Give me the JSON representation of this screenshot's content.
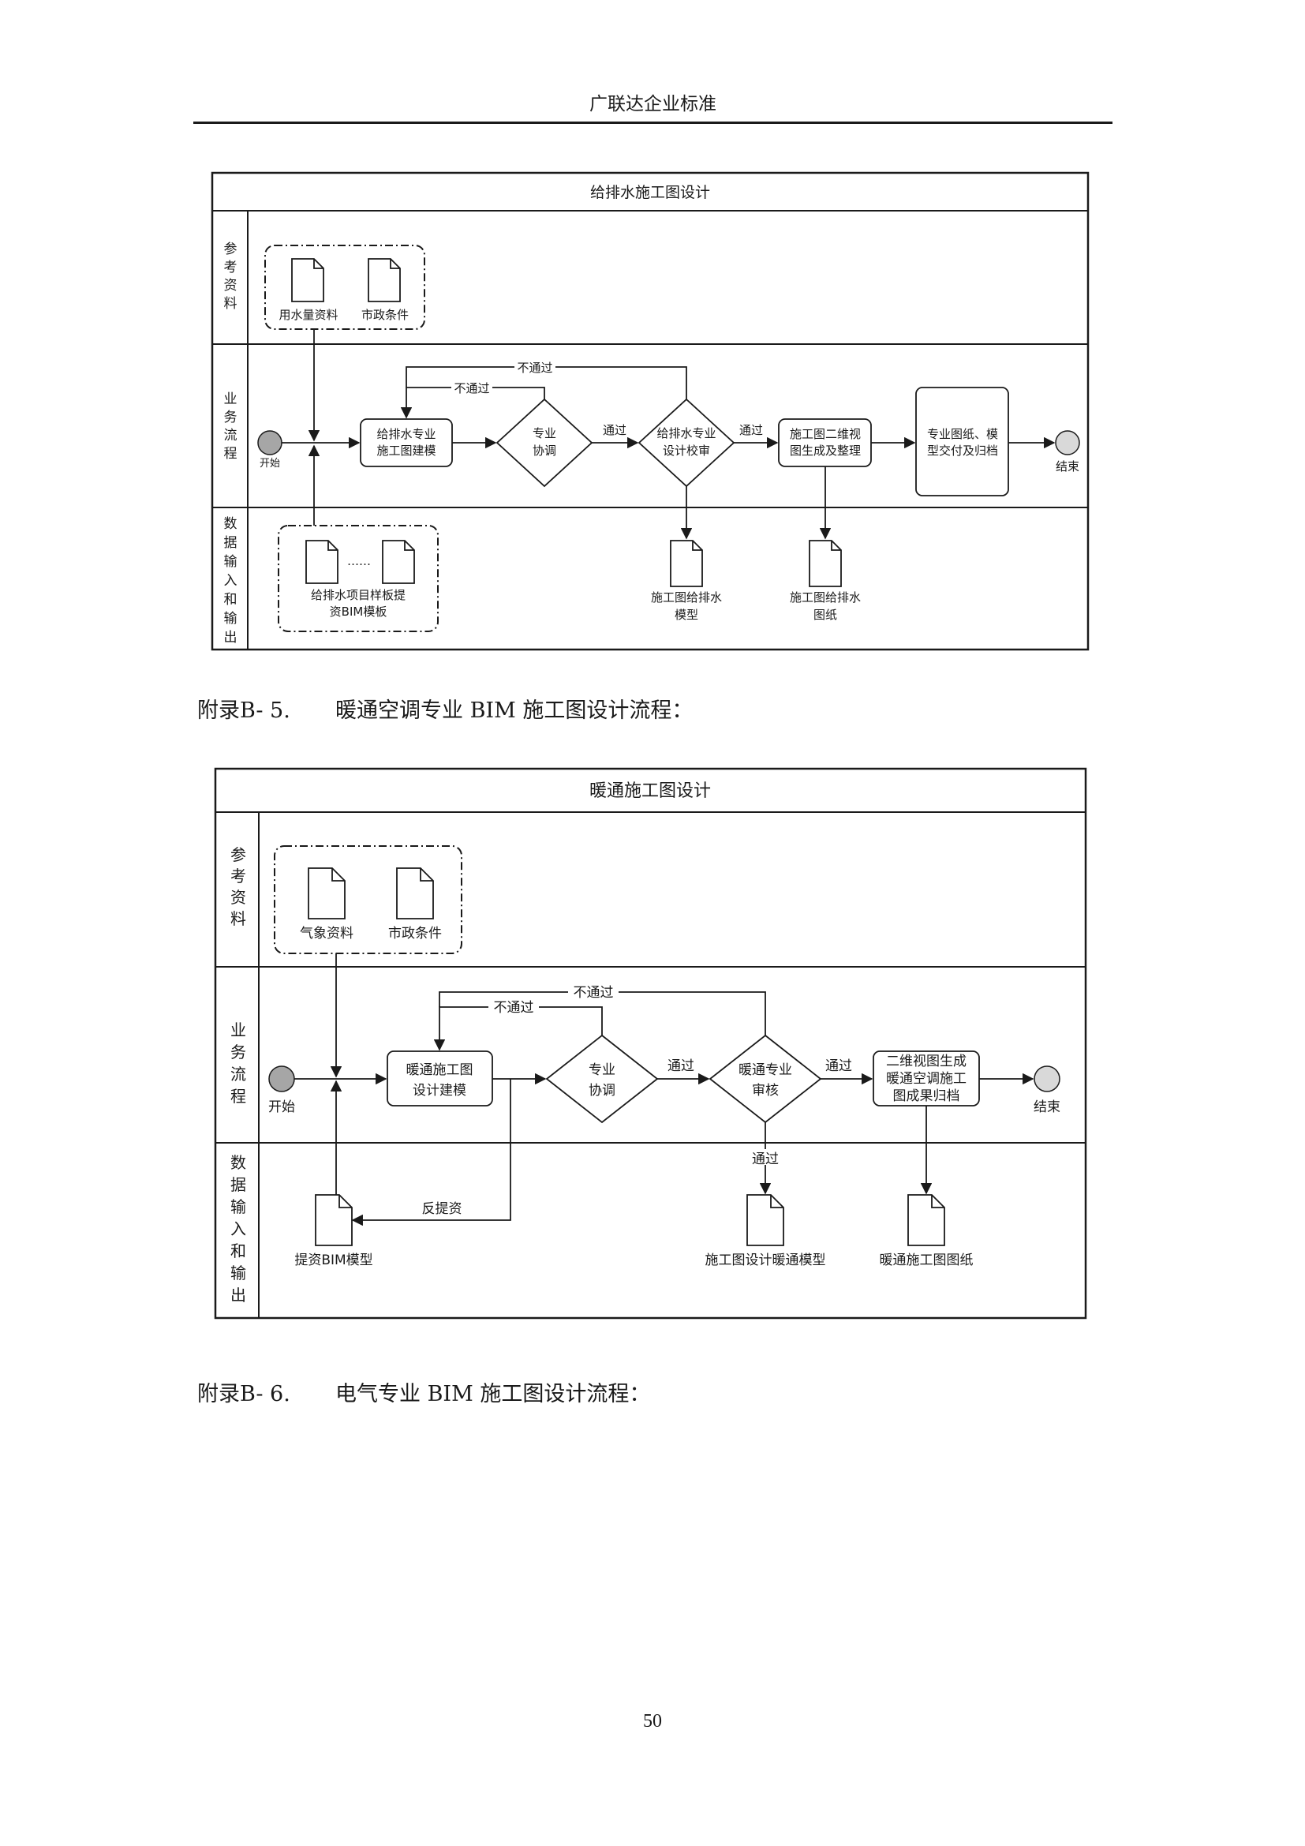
{
  "header": {
    "title": "广联达企业标准"
  },
  "diagram1": {
    "title": "给排水施工图设计",
    "lanes": [
      "参考资料",
      "业务流程",
      "数据输入和输出"
    ],
    "ref_docs": [
      "用水量资料",
      "市政条件"
    ],
    "start_label": "开始",
    "end_label": "结束",
    "step1": [
      "给排水专业",
      "施工图建模"
    ],
    "decision1": [
      "专业",
      "协调"
    ],
    "decision2": [
      "给排水专业",
      "设计校审"
    ],
    "step2": [
      "施工图二维视",
      "图生成及整理"
    ],
    "step3": [
      "专业图纸、模",
      "型交付及归档"
    ],
    "fail_label": "不通过",
    "pass_label": "通过",
    "input_dots": "……",
    "input_doc": [
      "给排水项目样板提",
      "资BIM模板"
    ],
    "output1": [
      "施工图给排水",
      "模型"
    ],
    "output2": [
      "施工图给排水",
      "图纸"
    ]
  },
  "caption1": {
    "number": "附录B- 5.",
    "text": "暖通空调专业 BIM 施工图设计流程："
  },
  "diagram2": {
    "title": "暖通施工图设计",
    "lanes": [
      "参考资料",
      "业务流程",
      "数据输入和输出"
    ],
    "ref_docs": [
      "气象资料",
      "市政条件"
    ],
    "start_label": "开始",
    "end_label": "结束",
    "step1": [
      "暖通施工图",
      "设计建模"
    ],
    "decision1": [
      "专业",
      "协调"
    ],
    "decision2": [
      "暖通专业",
      "审核"
    ],
    "step2": [
      "二维视图生成",
      "暖通空调施工",
      "图成果归档"
    ],
    "fail_label": "不通过",
    "pass_label": "通过",
    "feedback_label": "反提资",
    "input_doc": "提资BIM模型",
    "output1": "施工图设计暖通模型",
    "output2": "暖通施工图图纸"
  },
  "caption2": {
    "number": "附录B- 6.",
    "text": "电气专业 BIM 施工图设计流程："
  },
  "page_number": "50"
}
